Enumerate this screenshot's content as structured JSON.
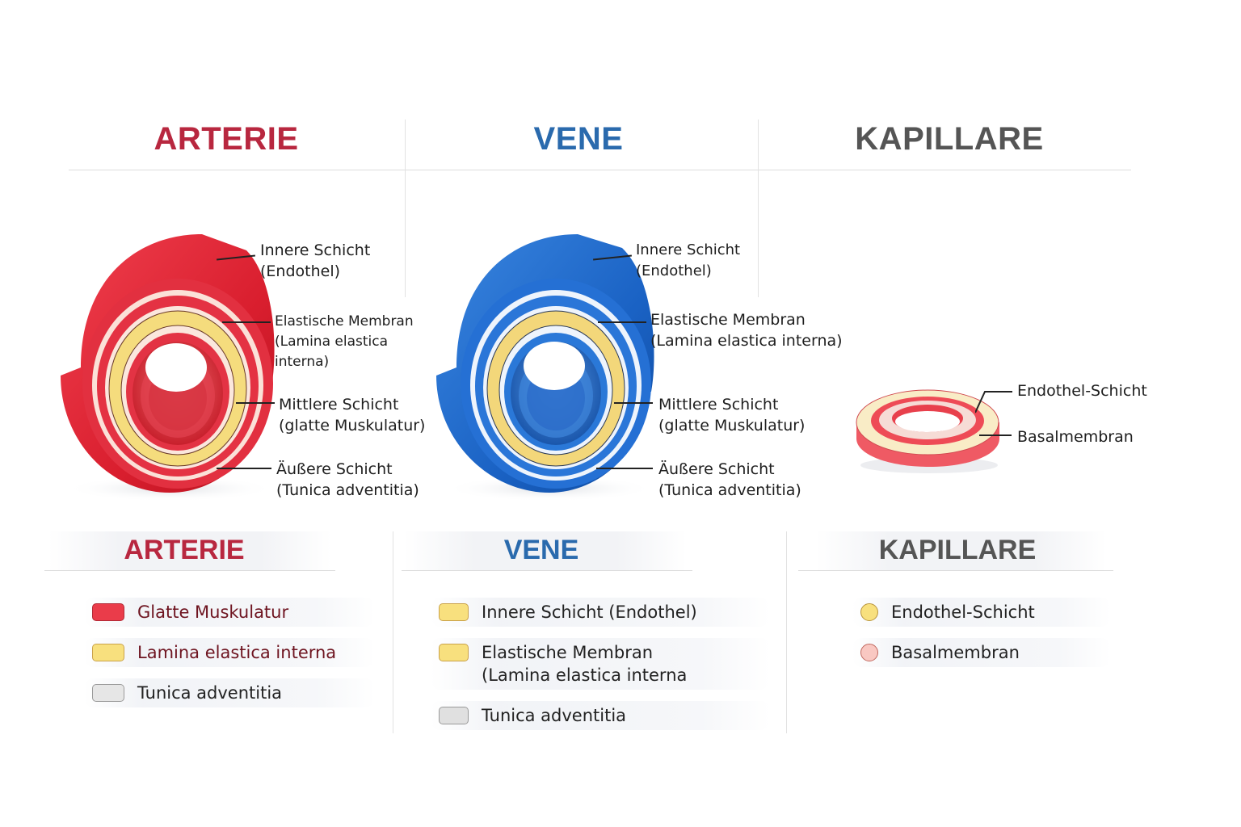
{
  "columns": [
    {
      "title": "ARTERIE",
      "color": "#b8273f"
    },
    {
      "title": "VENE",
      "color": "#2a6aad"
    },
    {
      "title": "KAPILLARE",
      "color": "#555555"
    }
  ],
  "artery": {
    "labels": [
      {
        "line1": "Innere Schicht",
        "line2": "(Endothel)"
      },
      {
        "line1": "Elastische Membran",
        "line2": "(Lamina elastica",
        "line3": "interna)"
      },
      {
        "line1": "Mittlere Schicht",
        "line2": "(glatte Muskulatur)"
      },
      {
        "line1": "Äußere Schicht",
        "line2": "(Tunica adventitia)"
      }
    ],
    "colors": {
      "outer": "#e2283a",
      "elastic": "#f5e08a",
      "membrane": "#fbe3dc",
      "lumen": "#c8202e"
    }
  },
  "vein": {
    "labels": [
      {
        "line1": "Innere Schicht",
        "line2": "(Endothel)"
      },
      {
        "line1": "Elastische Membran",
        "line2": "(Lamina elastica interna)"
      },
      {
        "line1": "Mittlere Schicht",
        "line2": "(glatte Muskulatur)"
      },
      {
        "line1": "Äußere Schicht",
        "line2": "(Tunica adventitia)"
      }
    ],
    "colors": {
      "outer": "#1f6cd0",
      "elastic": "#f3d77a",
      "membrane": "#e8f0fb",
      "lumen": "#1752a8"
    }
  },
  "capillary": {
    "labels": [
      {
        "line1": "Endothel-Schicht"
      },
      {
        "line1": "Basalmembran"
      }
    ],
    "colors": {
      "outer": "#f0606a",
      "ring": "#f8ecc8",
      "inner": "#f4dad6"
    }
  },
  "legend": {
    "artery": {
      "title": "ARTERIE",
      "items": [
        {
          "label": "Glatte Muskulatur",
          "color": "#ea3c4a",
          "border": "#b22a36",
          "text_color": "#6e1420"
        },
        {
          "label": "Lamina elastica interna",
          "color": "#f8e07e",
          "border": "#caa24a",
          "text_color": "#6e1420"
        },
        {
          "label": "Tunica adventitia",
          "color": "#e6e6e6",
          "border": "#9a9a9a",
          "text_color": "#222222"
        }
      ]
    },
    "vein": {
      "title": "VENE",
      "items": [
        {
          "label": "Innere Schicht (Endothel)",
          "color": "#f8e07e",
          "border": "#caa24a"
        },
        {
          "label": "Elastische Membran",
          "label2": "(Lamina elastica interna",
          "color": "#f8e07e",
          "border": "#caa24a"
        },
        {
          "label": "Tunica adventitia",
          "color": "#e0e0e0",
          "border": "#9a9a9a"
        }
      ]
    },
    "capillary": {
      "title": "KAPILLARE",
      "items": [
        {
          "label": "Endothel-Schicht",
          "color": "#f8e07e",
          "border": "#b9953e"
        },
        {
          "label": "Basalmembran",
          "color": "#f9c8c2",
          "border": "#c0685f"
        }
      ]
    }
  }
}
